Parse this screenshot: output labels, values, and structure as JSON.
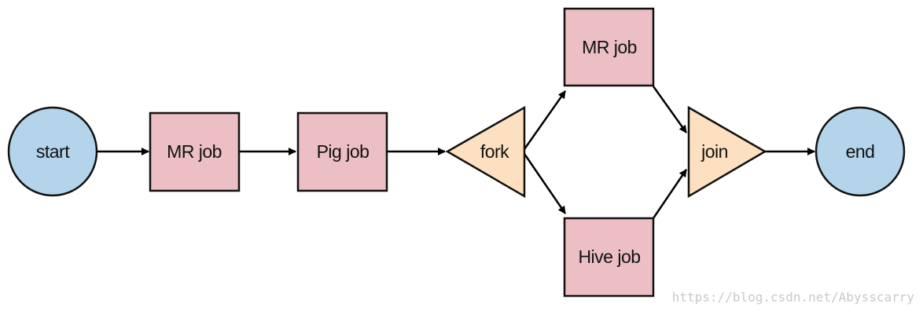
{
  "diagram": {
    "colors": {
      "terminal_fill": "#b3d4ea",
      "job_fill": "#ebbfc3",
      "control_fill": "#fde0bf",
      "stroke": "#111111",
      "edge": "#000000"
    },
    "nodes": {
      "start": {
        "label": "start",
        "shape": "circle"
      },
      "mr_job_1": {
        "label": "MR job",
        "shape": "rectangle"
      },
      "pig_job": {
        "label": "Pig job",
        "shape": "rectangle"
      },
      "fork": {
        "label": "fork",
        "shape": "triangle"
      },
      "mr_job_2": {
        "label": "MR job",
        "shape": "rectangle"
      },
      "hive_job": {
        "label": "Hive job",
        "shape": "rectangle"
      },
      "join": {
        "label": "join",
        "shape": "triangle"
      },
      "end": {
        "label": "end",
        "shape": "circle"
      }
    },
    "edges": [
      {
        "from": "start",
        "to": "mr_job_1"
      },
      {
        "from": "mr_job_1",
        "to": "pig_job"
      },
      {
        "from": "pig_job",
        "to": "fork"
      },
      {
        "from": "fork",
        "to": "mr_job_2"
      },
      {
        "from": "fork",
        "to": "hive_job"
      },
      {
        "from": "mr_job_2",
        "to": "join"
      },
      {
        "from": "hive_job",
        "to": "join"
      },
      {
        "from": "join",
        "to": "end"
      }
    ]
  },
  "watermark": "https://blog.csdn.net/Abysscarry"
}
